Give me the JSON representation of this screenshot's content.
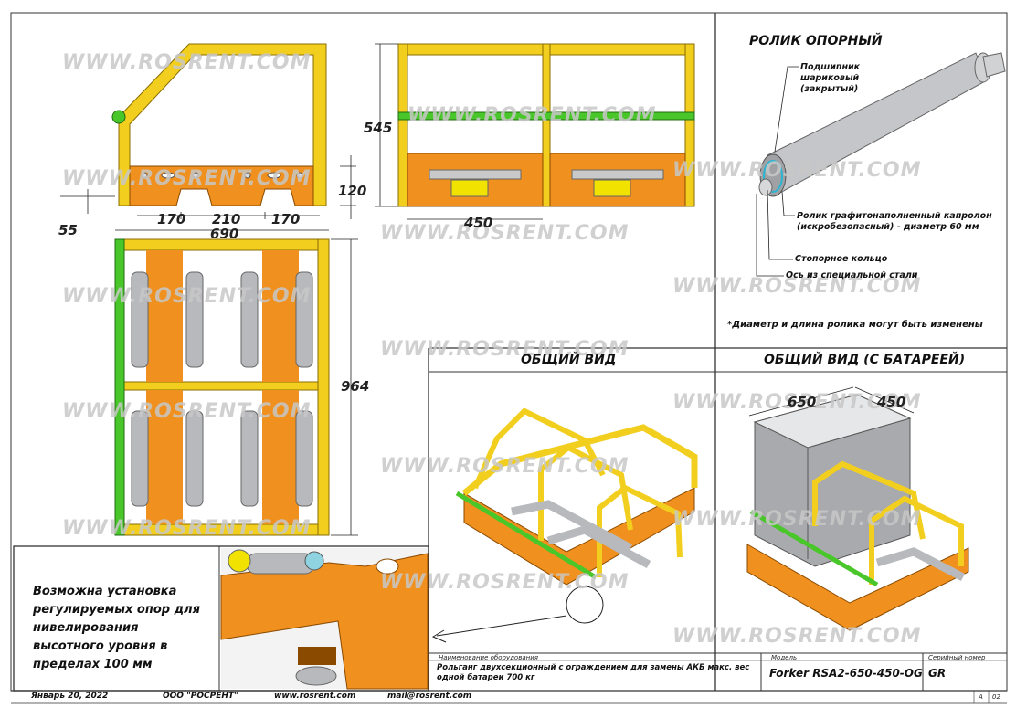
{
  "watermark": "WWW.ROSRENT.COM",
  "dimensions": {
    "d545": "545",
    "d120": "120",
    "d55": "55",
    "d170a": "170",
    "d210": "210",
    "d170b": "170",
    "d690": "690",
    "d450_front": "450",
    "d964": "964",
    "d650": "650",
    "d450_battery": "450"
  },
  "roller": {
    "title": "РОЛИК ОПОРНЫЙ",
    "bearing_label": "Подшипник\nшариковый\n(закрытый)",
    "roller_label": "Ролик графитонаполненный капролон\n(искробезопасный) - диаметр 60 мм",
    "ring_label": "Стопорное кольцо",
    "axle_label": "Ось из специальной стали",
    "note": "*Диаметр и длина ролика могут быть изменены"
  },
  "views": {
    "general": "ОБЩИЙ ВИД",
    "general_battery": "ОБЩИЙ ВИД (С БАТАРЕЕЙ)"
  },
  "detail_note": "Возможна установка регулируемых опор для нивелирования высотного уровня в пределах 100 мм",
  "title_block": {
    "name_header": "Наименование оборудования",
    "name_value": "Рольганг двухсекционный с ограждением для замены АКБ макс. вес одной батареи 700 кг",
    "model_header": "Модель",
    "model_value": "Forker RSA2-650-450-OG",
    "serial_header": "Серийный номер",
    "serial_value": "GR",
    "sheet_format": "А",
    "sheet_num": "02"
  },
  "footer": {
    "date": "Январь 20, 2022",
    "company": "ООО \"РОСРЕНТ\"",
    "website": "www.rosrent.com",
    "email": "mail@rosrent.com"
  },
  "colors": {
    "frame_yellow": "#f2cf1f",
    "body_orange": "#f0901e",
    "guard_green": "#49c72a",
    "roller_grey": "#b7b9bd",
    "battery_grey": "#a9aaad"
  }
}
